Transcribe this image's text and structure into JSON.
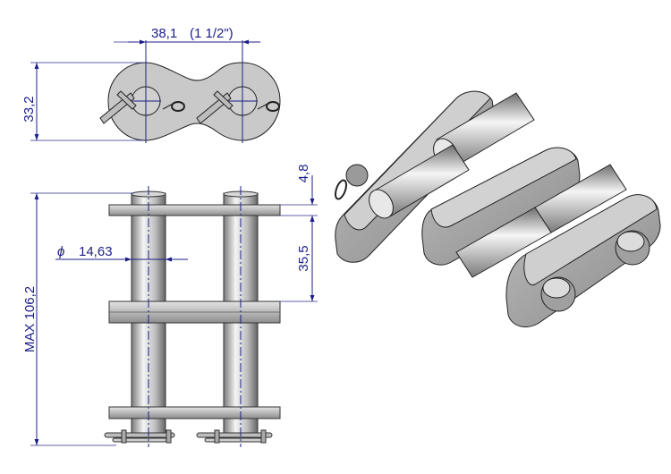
{
  "dimensions": {
    "pitch": "38,1",
    "pitch_inch": "(1 1/2\")",
    "plate_height": "33,2",
    "plate_thickness": "4,8",
    "link_spacing": "35,5",
    "pin_diameter_symbol": "ϕ",
    "pin_diameter": "14,63",
    "max_width": "MAX 106,2"
  },
  "colors": {
    "dimension": "#1c1e8a",
    "plate_fill": "#c4c4c4",
    "pin_light": "#f2f2f2",
    "pin_dark": "#6c6c6c"
  }
}
